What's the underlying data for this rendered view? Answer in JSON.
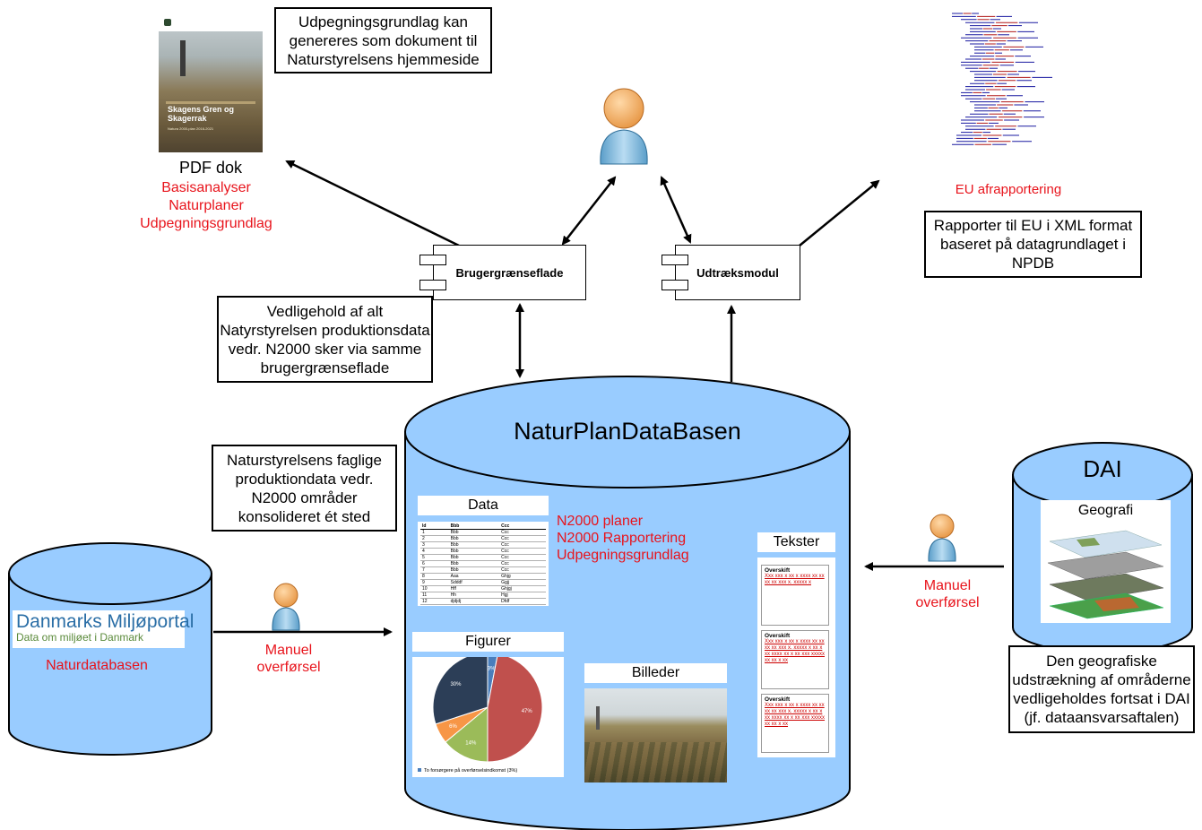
{
  "pdf": {
    "cover_title": "Skagens Gren og Skagerrak",
    "cover_subtitle": "Natura 2000-plan 2016-2021",
    "label": "PDF dok",
    "items": [
      "Basisanalyser",
      "Naturplaner",
      "Udpegningsgrundlag"
    ]
  },
  "notes": {
    "top_center": "Udpegningsgrundlag kan genereres som dokument til Naturstyrelsens hjemmeside",
    "eu_report": "Rapporter til EU i XML format baseret på datagrundlaget i NPDB",
    "maintenance": "Vedligehold af alt Natyrstyrelsen produktionsdata vedr. N2000 sker via samme brugergrænseflade",
    "consolidated": "Naturstyrelsens faglige produktiondata vedr. N2000 områder konsolideret ét sted",
    "geo_extent": "Den geografiske udstrækning af områderne vedligeholdes fortsat i DAI (jf. dataansvarsaftalen)"
  },
  "eu": {
    "label": "EU afrapportering"
  },
  "components": {
    "ui": "Brugergrænseflade",
    "export": "Udtræksmodul"
  },
  "db": {
    "title": "NaturPlanDataBasen",
    "data_title": "Data",
    "data_items": [
      "N2000 planer",
      "N2000 Rapportering",
      "Udpegningsgrundlag"
    ],
    "figures_title": "Figurer",
    "pictures_title": "Billeder",
    "texts_title": "Tekster",
    "table_header": [
      "Id",
      "Bbb",
      "Ccc"
    ],
    "table_rows": [
      [
        "1",
        "Bbb",
        "Ccc"
      ],
      [
        "2",
        "Bbb",
        "Ccc"
      ],
      [
        "3",
        "Bbb",
        "Ccc"
      ],
      [
        "4",
        "Bbb",
        "Ccc"
      ],
      [
        "5",
        "Bbb",
        "Ccc"
      ],
      [
        "6",
        "Bbb",
        "Ccc"
      ],
      [
        "7",
        "Bbb",
        "Ccc"
      ],
      [
        "8",
        "Aaa",
        "Ghjg"
      ],
      [
        "9",
        "Sdddf",
        "Ggjj"
      ],
      [
        "10",
        "Hff",
        "Ghjgj"
      ],
      [
        "11",
        "Hh",
        "Hgj"
      ],
      [
        "12",
        "djdjdj",
        "Dfdf"
      ]
    ],
    "text_cards": [
      {
        "head": "Overskift",
        "body": "Xxx xxx x xx x xxxx xx xx xx xx xxx x. xxxxx x"
      },
      {
        "head": "Overskift",
        "body": "Xxx xxx x xx x xxxx xx xx xx xx xxx x. xxxxx x xx x xx xxxx xx x xx xxx xxxxx xx xx x xx"
      },
      {
        "head": "Overskift",
        "body": "Xxx xxx x xx x xxxx xx xx xx xx xxx x. xxxxx x xx x xx xxxx xx x xx xxx xxxxx xx xx x xx"
      }
    ]
  },
  "chart_data": {
    "type": "pie",
    "values": [
      3,
      47,
      14,
      6,
      30
    ],
    "labels": [
      "3%",
      "47%",
      "14%",
      "6%",
      "30%"
    ],
    "colors": [
      "#4a7ebb",
      "#c0504d",
      "#9bbb59",
      "#f79646",
      "#2c3e57"
    ],
    "legend": "To forsørgere på overførselsindkomst (3%)"
  },
  "miljoportal": {
    "logo_line1": "Danmarks Miljøportal",
    "logo_line2": "Data om miljøet i Danmark",
    "label": "Naturdatabasen"
  },
  "dai": {
    "title": "DAI",
    "geo_title": "Geografi"
  },
  "transfer": {
    "left": "Manuel overførsel",
    "right": "Manuel overførsel"
  },
  "colors": {
    "cylinder": "#99ccff",
    "red_text": "#e8141c"
  }
}
